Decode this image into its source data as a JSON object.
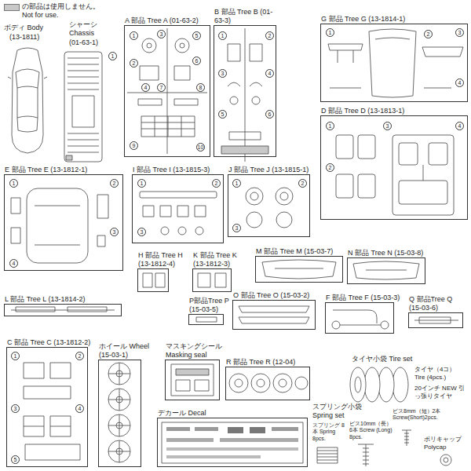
{
  "diagram": {
    "nodes": [
      {
        "text": [
          "A 部品 Tree A (01-63-2)"
        ]
      },
      {
        "text": [
          "B 部品 Tree B (01-63-3)"
        ]
      },
      {
        "text": [
          "G 部品 Tree G (13-1814-1)"
        ]
      },
      {
        "text": [
          "D 部品 Tree D (13-1813-1)"
        ]
      },
      {
        "text": [
          "E 部品 Tree E (13-1812-1)"
        ]
      },
      {
        "text": [
          "I 部品 Tree I (13-1815-3)"
        ]
      },
      {
        "text": [
          "J 部品 Tree J (13-1815-1)"
        ]
      },
      {
        "text": [
          "H 部品 Tree H (13-1812-4)"
        ]
      },
      {
        "text": [
          "K 部品 Tree K (13-1812-3)"
        ]
      },
      {
        "text": [
          "M 部品 Tree M (15-03-7)"
        ]
      },
      {
        "text": [
          "N 部品 Tree N (15-03-8)"
        ]
      },
      {
        "text": [
          "L 部品 Tree L (13-1814-2)"
        ]
      },
      {
        "text": [
          "P部品Tree P (15-03-5)"
        ]
      },
      {
        "text": [
          "O 部品 Tree O (15-03-2)"
        ]
      },
      {
        "text": [
          "F 部品 Tree F (15-03-3)"
        ]
      },
      {
        "text": [
          "Q 部品Tree Q (15-03-6)"
        ]
      },
      {
        "text": [
          "C 部品 Tree C (13-1812-2)"
        ]
      },
      {
        "text": [
          "ホイール Wheel (15-03-1)"
        ]
      },
      {
        "text": [
          "マスキングシール Masking seal"
        ]
      },
      {
        "text": [
          "R 部品 Tree R (12-04)"
        ]
      },
      {
        "text": [
          "デカール Decal"
        ]
      }
    ],
    "labels": [
      "ボディ Body",
      "(13-1811)",
      "シャーシ Chassis",
      "(01-63-1)",
      "タイヤ小袋 Tire set",
      "タイヤ（4コ） Tire (4pcs.)",
      "20インチ NEW 引っ張りタイヤ",
      "ビス8mm（短）2本 Screw(Short)2pcs.",
      "ポリキャップ Polycap",
      "スプリング小袋 Spring set",
      "スプリング 8本 Spring 8pcs.",
      "ビス10mm（長）6本 Screw (Long) 8pcs.",
      "1",
      "1",
      "2",
      "3",
      "4",
      "5",
      "6",
      "7",
      "8",
      "9",
      "10",
      "1",
      "2",
      "3",
      "4",
      "5",
      "6",
      "1",
      "2",
      "3",
      "4",
      "1",
      "2",
      "3",
      "4",
      "1",
      "2",
      "3",
      "4",
      "1",
      "2",
      "3",
      "1",
      "2",
      "3",
      "1",
      "2",
      "3",
      "4",
      "5"
    ],
    "legend": [
      {
        "text": "の部品は使用しません。 Not for use.",
        "color": "#c8c8c8"
      }
    ]
  }
}
